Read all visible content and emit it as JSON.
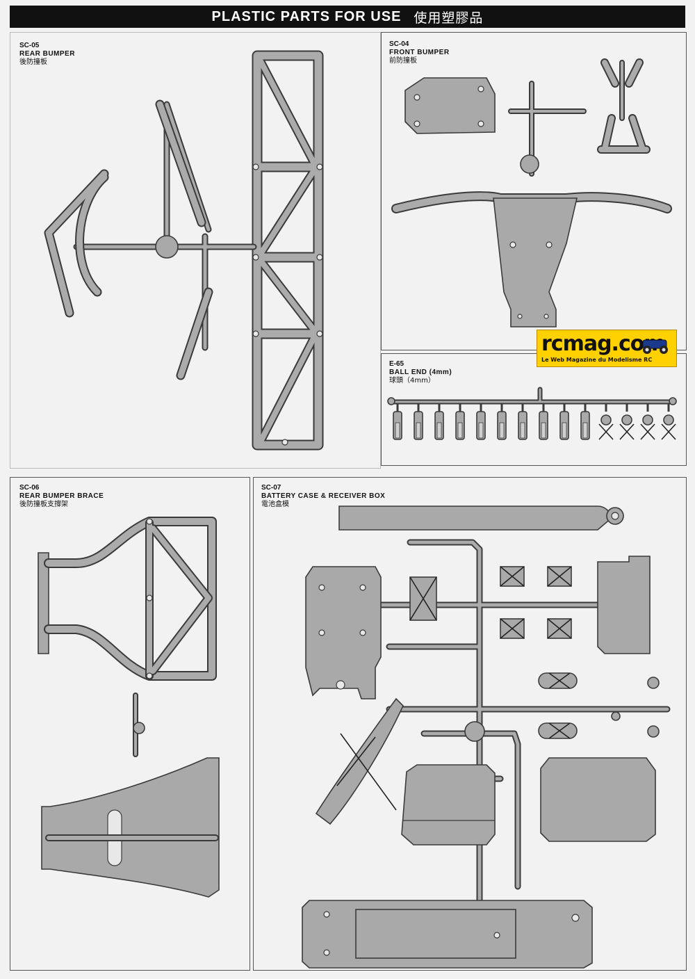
{
  "header": {
    "title": "PLASTIC PARTS FOR USE",
    "title_zh": "使用塑膠品"
  },
  "logo": {
    "brand": "rcmag.com",
    "tagline": "Le Web Magazine du Modelisme RC"
  },
  "parts": {
    "sc05": {
      "code": "SC-05",
      "name": "REAR BUMPER",
      "name_zh": "後防撞板"
    },
    "sc04": {
      "code": "SC-04",
      "name": "FRONT BUMPER",
      "name_zh": "前防撞板"
    },
    "e65": {
      "code": "E-65",
      "name": "BALL END (4mm)",
      "name_zh": "球頭（4mm）"
    },
    "sc06": {
      "code": "SC-06",
      "name": "REAR BUMPER BRACE",
      "name_zh": "後防撞板支撐架"
    },
    "sc07": {
      "code": "SC-07",
      "name": "BATTERY CASE & RECEIVER BOX",
      "name_zh": "電池盒模"
    }
  },
  "colors": {
    "plastic_fill": "#a9a9a9",
    "plastic_stroke": "#3a3a3a",
    "paper": "#f2f2f2",
    "header_bg": "#111111",
    "logo_bg": "#ffd100"
  },
  "ball_end_count": 14,
  "ball_end_crossed": 4
}
